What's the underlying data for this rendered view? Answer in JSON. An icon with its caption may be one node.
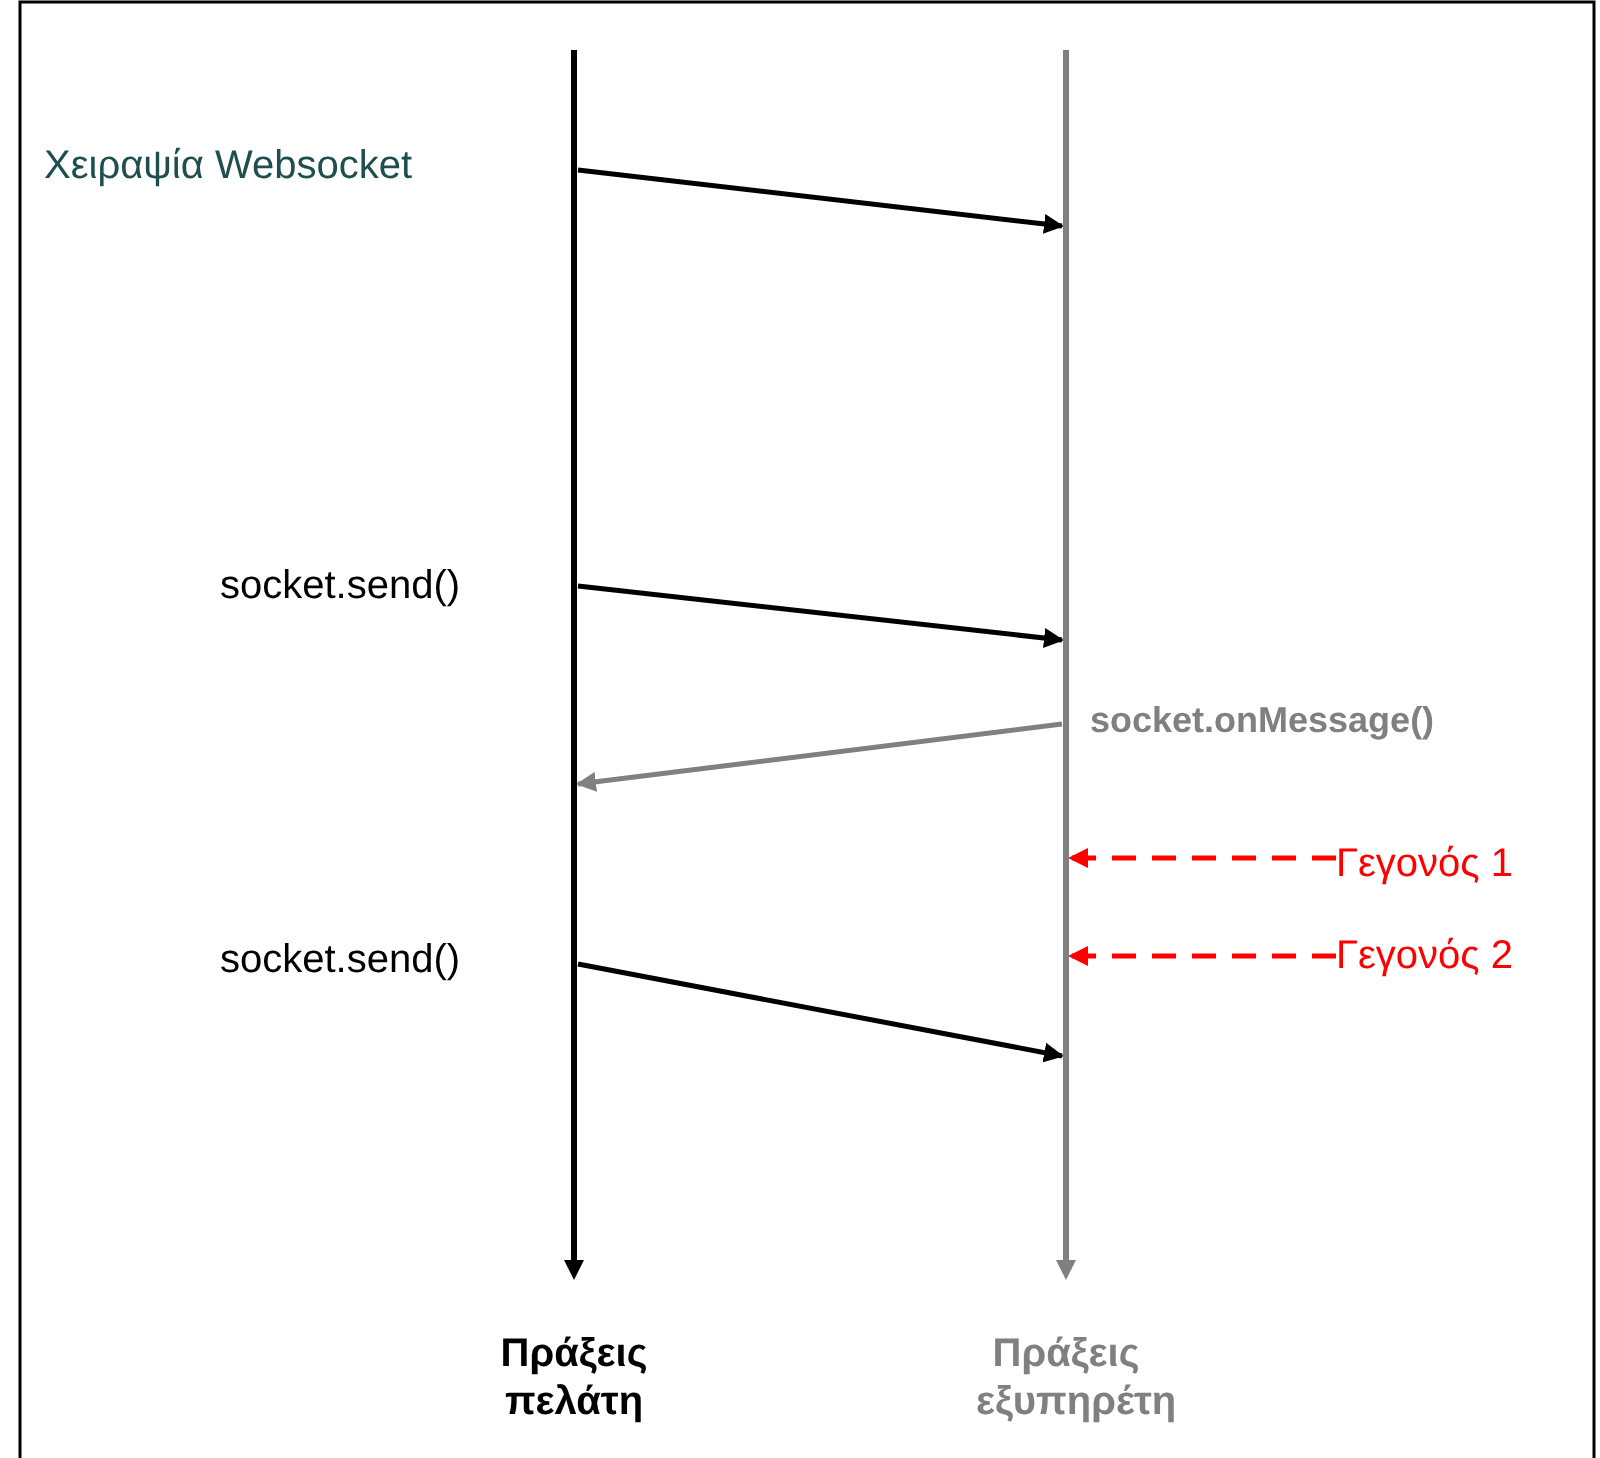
{
  "diagram": {
    "nodes": [
      {
        "text": [
          "Πράξεις πελάτη"
        ]
      },
      {
        "text": [
          "Πράξεις εξυπηρέτη"
        ]
      },
      {
        "text": [
          "Γεγονός 1"
        ]
      },
      {
        "text": [
          "Γεγονός 2"
        ]
      }
    ],
    "edges": [
      {
        "from": 0,
        "to": 1,
        "arrow": "to",
        "label": "Χειραψία Websocket"
      },
      {
        "from": 0,
        "to": 1,
        "arrow": "to",
        "label": "socket.send()"
      },
      {
        "from": 1,
        "to": 0,
        "arrow": "to",
        "label": "socket.onMessage()",
        "color": "#808080"
      },
      {
        "from": 2,
        "to": 1,
        "arrow": "to",
        "style": "dashed",
        "color": "#ff0000"
      },
      {
        "from": 3,
        "to": 1,
        "arrow": "to",
        "style": "dashed",
        "color": "#ff0000"
      },
      {
        "from": 0,
        "to": 1,
        "arrow": "to",
        "label": "socket.send()"
      }
    ]
  }
}
